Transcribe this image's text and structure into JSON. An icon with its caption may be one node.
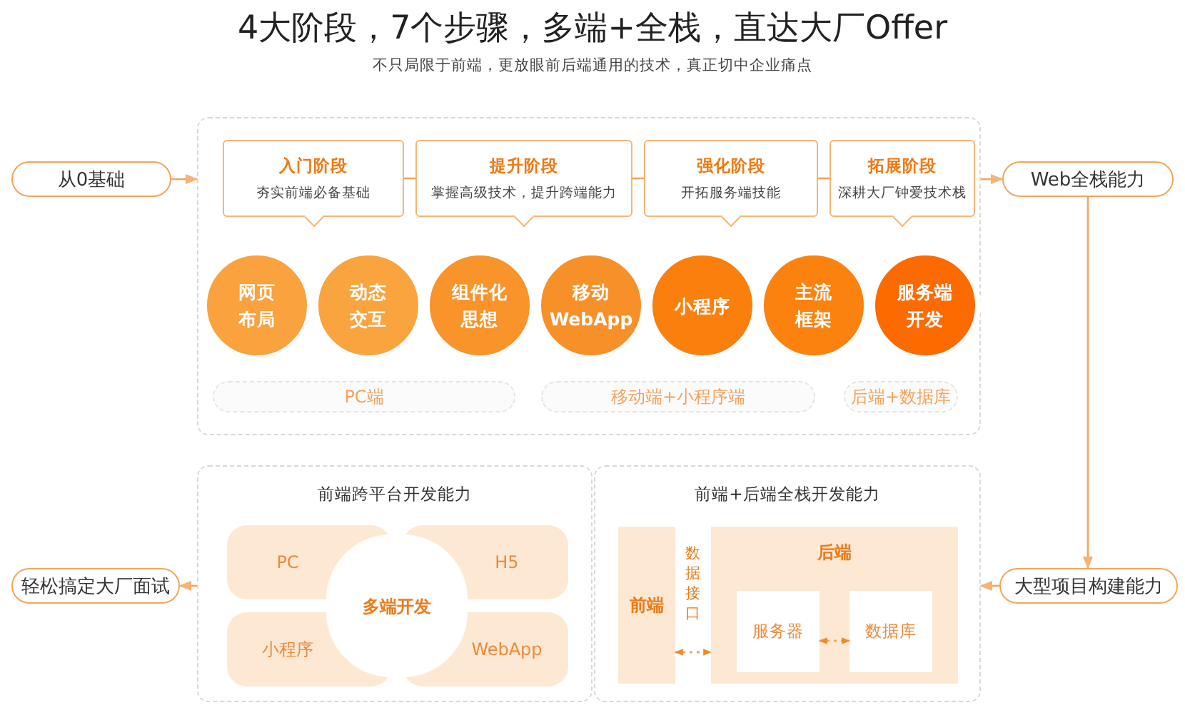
{
  "diagram": {
    "title": "4大阶段，7个步骤，多端+全栈，直达大厂Offer",
    "caption": "不只局限于前端，更放眼前后端通用的技术，真正切中企业痛点",
    "nodes": [
      {
        "text": [
          "从0基础"
        ]
      },
      {
        "text": [],
        "shape": "box"
      },
      {
        "text": [
          "入门阶段",
          "夯实前端必备基础"
        ],
        "in": 1
      },
      {
        "text": [
          "提升阶段",
          "掌握高级技术，提升跨端能力"
        ],
        "in": 1
      },
      {
        "text": [
          "强化阶段",
          "开拓服务端技能"
        ],
        "in": 1
      },
      {
        "text": [
          "拓展阶段",
          "深耕大厂钟爱技术栈"
        ],
        "in": 1
      },
      {
        "text": [
          "网页布局"
        ],
        "in": 1
      },
      {
        "text": [
          "动态交互"
        ],
        "in": 1
      },
      {
        "text": [
          "组件化思想"
        ],
        "in": 1
      },
      {
        "text": [
          "移动 WebApp"
        ],
        "in": 1
      },
      {
        "text": [
          "小程序"
        ],
        "in": 1
      },
      {
        "text": [
          "主流框架"
        ],
        "in": 1
      },
      {
        "text": [
          "服务端开发"
        ],
        "in": 1
      },
      {
        "text": [
          "PC端"
        ],
        "in": 1
      },
      {
        "text": [
          "移动端+小程序端"
        ],
        "in": 1
      },
      {
        "text": [
          "后端+数据库"
        ],
        "in": 1
      },
      {
        "text": [
          "Web全栈能力"
        ]
      },
      {
        "text": [
          "大型项目构建能力"
        ]
      },
      {
        "text": [
          "前端跨平台开发能力"
        ]
      },
      {
        "text": [
          "PC"
        ],
        "in": 18
      },
      {
        "text": [
          "H5"
        ],
        "in": 18
      },
      {
        "text": [
          "小程序"
        ],
        "in": 18
      },
      {
        "text": [
          "WebApp"
        ],
        "in": 18
      },
      {
        "text": [
          "多端开发"
        ],
        "in": 18
      },
      {
        "text": [
          "前端+后端全栈开发能力"
        ]
      },
      {
        "text": [
          "前端"
        ],
        "in": 24
      },
      {
        "text": [
          "后端"
        ],
        "in": 24
      },
      {
        "text": [
          "服务器"
        ],
        "in": 26
      },
      {
        "text": [
          "数据库"
        ],
        "in": 26
      },
      {
        "text": [
          "轻松搞定大厂面试"
        ]
      }
    ],
    "edges": [
      {
        "from": 0,
        "to": 1,
        "arrow": "to"
      },
      {
        "from": 1,
        "to": 16,
        "arrow": "to"
      },
      {
        "from": 16,
        "to": 17,
        "arrow": "to"
      },
      {
        "from": 17,
        "to": 24,
        "arrow": "to"
      },
      {
        "from": 18,
        "to": 29,
        "arrow": "to"
      },
      {
        "from": 2,
        "to": 3,
        "arrow": "none"
      },
      {
        "from": 3,
        "to": 4,
        "arrow": "none"
      },
      {
        "from": 4,
        "to": 5,
        "arrow": "none"
      },
      {
        "from": 25,
        "to": 26,
        "arrow": "both",
        "style": "dashed",
        "label": "数据接口"
      },
      {
        "from": 27,
        "to": 28,
        "arrow": "both",
        "style": "dashed"
      }
    ]
  }
}
